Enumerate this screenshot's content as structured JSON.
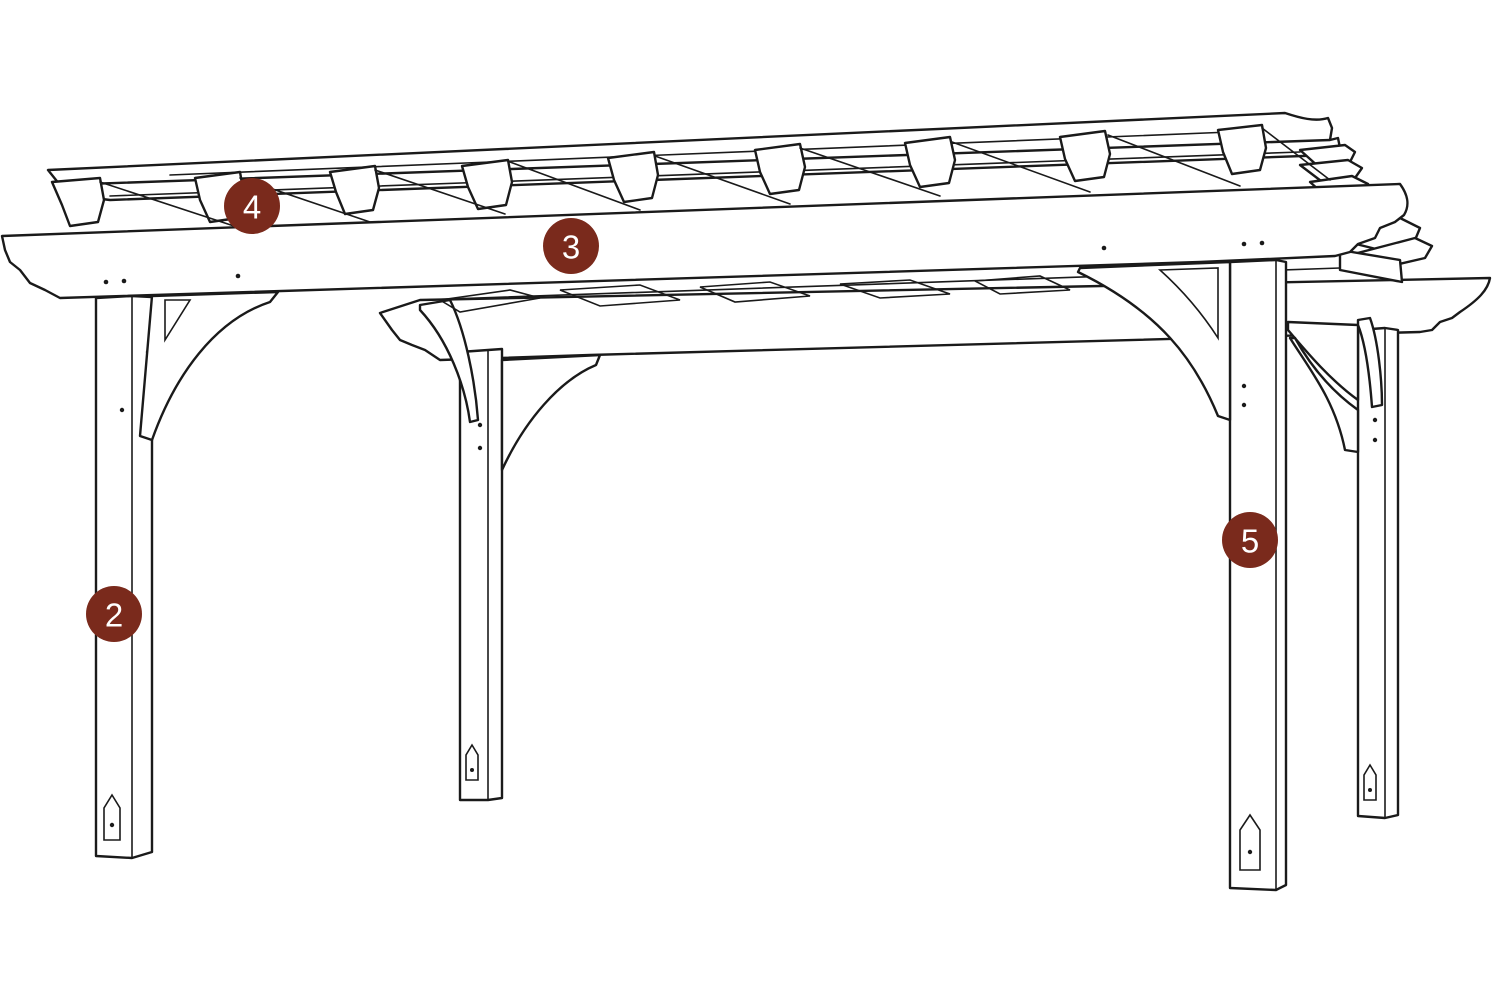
{
  "colors": {
    "marker_fill": "#7a2a1c",
    "marker_text": "#ffffff",
    "line": "#1a1a1a",
    "background": "#ffffff"
  },
  "markers": [
    {
      "label": "4",
      "part": "rafter"
    },
    {
      "label": "3",
      "part": "beam"
    },
    {
      "label": "5",
      "part": "post"
    },
    {
      "label": "2",
      "part": "post"
    }
  ]
}
